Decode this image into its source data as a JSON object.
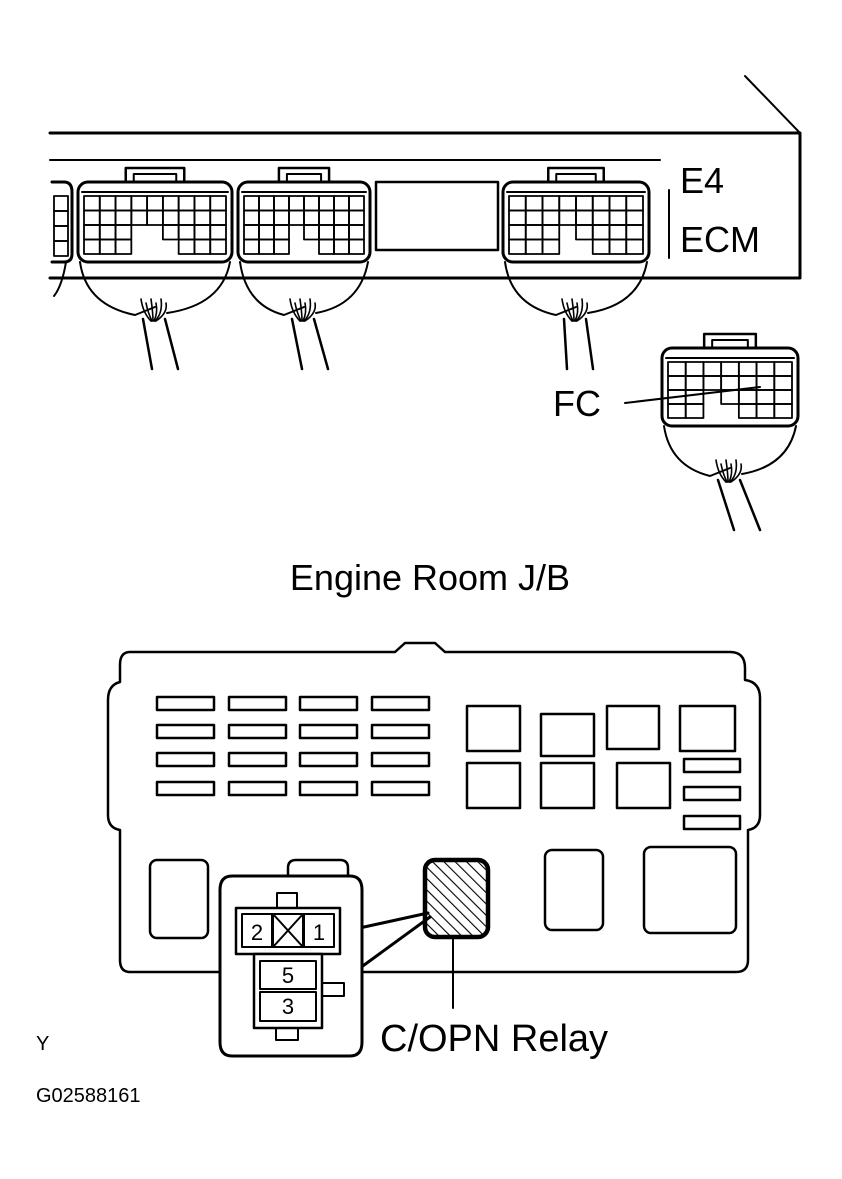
{
  "labels": {
    "ecm_connector_id": "E4",
    "ecm_name": "ECM",
    "fc_connector": "FC",
    "junction_block_title": "Engine Room J/B",
    "relay_name": "C/OPN Relay",
    "corner_code": "Y",
    "figure_number": "G02588161"
  },
  "relay_terminals": {
    "top_left": "2",
    "top_right": "1",
    "middle": "5",
    "bottom": "3"
  },
  "colors": {
    "line": "#000000",
    "background": "#ffffff"
  }
}
